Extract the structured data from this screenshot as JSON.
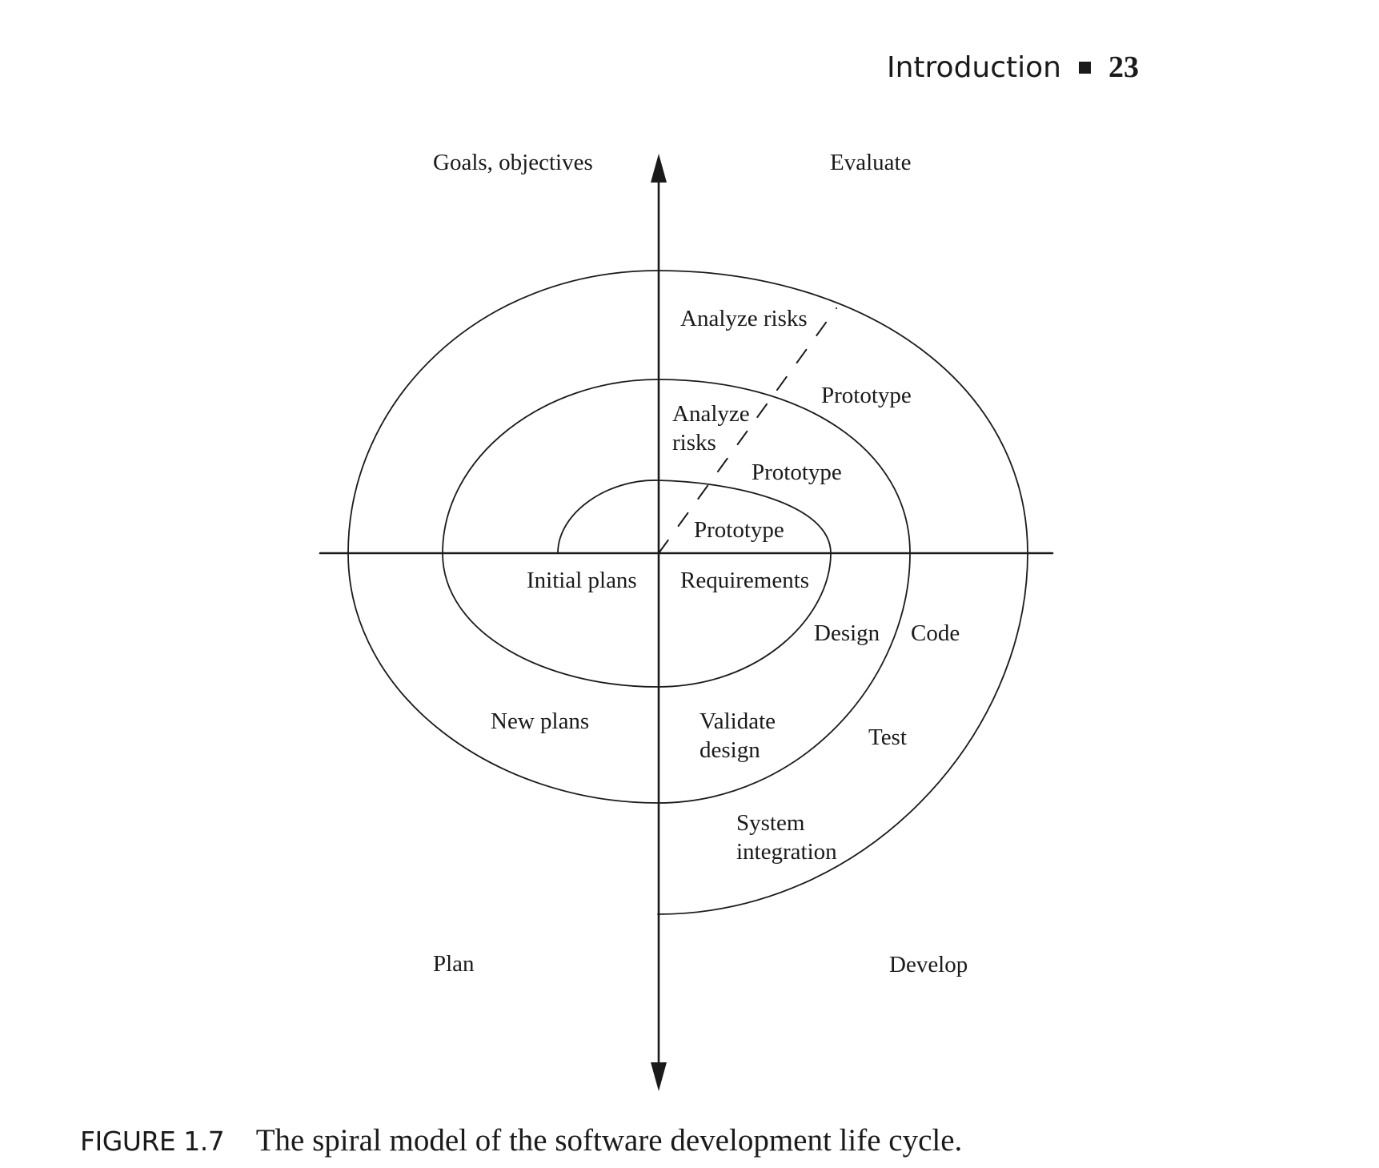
{
  "header": {
    "section": "Introduction",
    "page_number": "23"
  },
  "diagram": {
    "quadrants": {
      "top_left": "Goals, objectives",
      "top_right": "Evaluate",
      "bottom_left": "Plan",
      "bottom_right": "Develop"
    },
    "phases": {
      "analyze_risks_outer": "Analyze risks",
      "analyze_risks_inner": "Analyze\nrisks",
      "prototype_outer": "Prototype",
      "prototype_middle": "Prototype",
      "prototype_inner": "Prototype",
      "initial_plans": "Initial plans",
      "requirements": "Requirements",
      "design": "Design",
      "code": "Code",
      "new_plans": "New plans",
      "validate_design": "Validate\ndesign",
      "test": "Test",
      "system_integration": "System\nintegration"
    }
  },
  "caption": {
    "label": "FIGURE 1.7",
    "text": "The spiral model of the software development life cycle."
  }
}
